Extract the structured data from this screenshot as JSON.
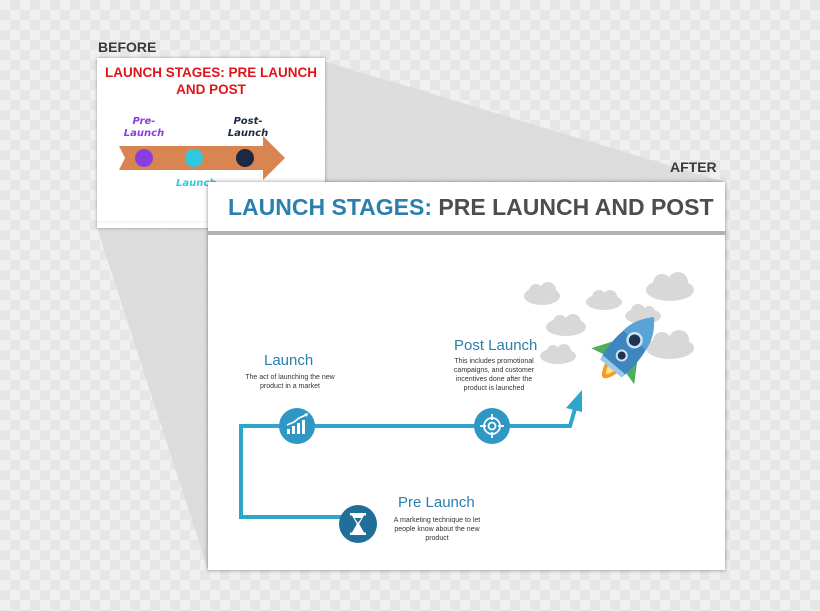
{
  "labels": {
    "before": "BEFORE",
    "after": "AFTER"
  },
  "before_slide": {
    "title_line1": "LAUNCH STAGES: PRE LAUNCH",
    "title_line2": "AND POST",
    "pre_line1": "Pre-",
    "pre_line2": "Launch",
    "post_line1": "Post-",
    "post_line2": "Launch",
    "launch": "Launch",
    "colors": {
      "arrow": "#d98552",
      "pre": "#8a3ee0",
      "launch": "#2ec8e0",
      "post": "#1b2a44"
    }
  },
  "after_slide": {
    "title_strong": "LAUNCH STAGES:",
    "title_rest": "PRE LAUNCH AND POST",
    "stages": {
      "launch": {
        "name": "Launch",
        "desc": "The act of launching the new product in a market",
        "icon": "growth-chart-icon"
      },
      "post": {
        "name": "Post Launch",
        "desc": "This includes promotional campaigns, and customer incentives done after the product is launched",
        "icon": "target-icon"
      },
      "pre": {
        "name": "Pre Launch",
        "desc": "A marketing technique to let people know about the new product",
        "icon": "hourglass-icon"
      }
    },
    "colors": {
      "accent": "#2b7fae",
      "line": "#2ea6c9",
      "dark": "#1f6f98",
      "rocket": "#3e86bf",
      "fin": "#4fae5e",
      "flame": "#f39c1f",
      "cloud": "#d6d6d6"
    }
  }
}
